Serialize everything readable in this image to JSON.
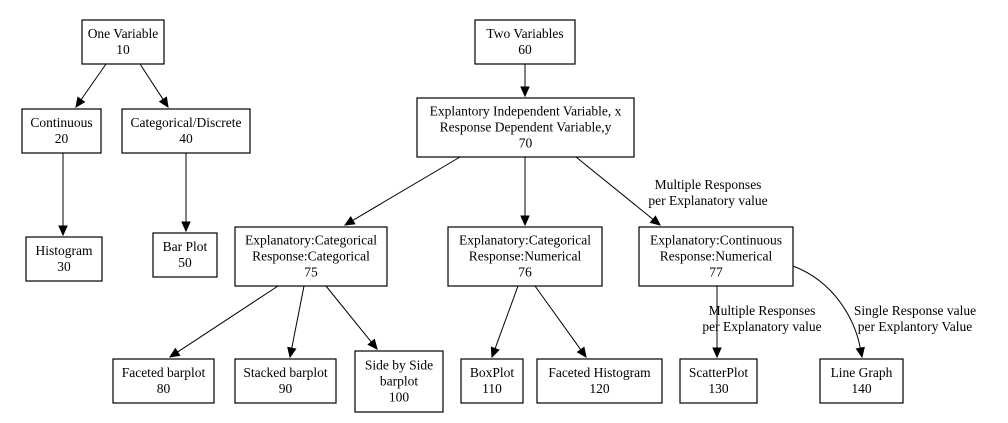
{
  "diagram": {
    "nodes": {
      "n10": {
        "lines": [
          "One Variable",
          "10"
        ]
      },
      "n20": {
        "lines": [
          "Continuous",
          "20"
        ]
      },
      "n40": {
        "lines": [
          "Categorical/Discrete",
          "40"
        ]
      },
      "n30": {
        "lines": [
          "Histogram",
          "30"
        ]
      },
      "n50": {
        "lines": [
          "Bar Plot",
          "50"
        ]
      },
      "n60": {
        "lines": [
          "Two Variables",
          "60"
        ]
      },
      "n70": {
        "lines": [
          "Explantory Independent Variable, x",
          "Response Dependent Variable,y",
          "70"
        ]
      },
      "n75": {
        "lines": [
          "Explanatory:Categorical",
          "Response:Categorical",
          "75"
        ]
      },
      "n76": {
        "lines": [
          "Explanatory:Categorical",
          "Response:Numerical",
          "76"
        ]
      },
      "n77": {
        "lines": [
          "Explanatory:Continuous",
          "Response:Numerical",
          "77"
        ]
      },
      "n80": {
        "lines": [
          "Faceted barplot",
          "80"
        ]
      },
      "n90": {
        "lines": [
          "Stacked barplot",
          "90"
        ]
      },
      "n100": {
        "lines": [
          "Side by Side",
          "barplot",
          "100"
        ]
      },
      "n110": {
        "lines": [
          "BoxPlot",
          "110"
        ]
      },
      "n120": {
        "lines": [
          "Faceted Histogram",
          "120"
        ]
      },
      "n130": {
        "lines": [
          "ScatterPlot",
          "130"
        ]
      },
      "n140": {
        "lines": [
          "Line Graph",
          "140"
        ]
      }
    },
    "edges": [
      {
        "from": "n10",
        "to": "n20"
      },
      {
        "from": "n10",
        "to": "n40"
      },
      {
        "from": "n20",
        "to": "n30"
      },
      {
        "from": "n40",
        "to": "n50"
      },
      {
        "from": "n60",
        "to": "n70"
      },
      {
        "from": "n70",
        "to": "n75"
      },
      {
        "from": "n70",
        "to": "n76"
      },
      {
        "from": "n70",
        "to": "n77",
        "label": [
          "Multiple Responses",
          "per Explanatory value"
        ]
      },
      {
        "from": "n75",
        "to": "n80"
      },
      {
        "from": "n75",
        "to": "n90"
      },
      {
        "from": "n75",
        "to": "n100"
      },
      {
        "from": "n76",
        "to": "n110"
      },
      {
        "from": "n76",
        "to": "n120"
      },
      {
        "from": "n77",
        "to": "n130",
        "label": [
          "Multiple Responses",
          "per Explanatory value"
        ]
      },
      {
        "from": "n77",
        "to": "n140",
        "label": [
          "Single Response value",
          "per Explantory Value"
        ]
      }
    ]
  }
}
